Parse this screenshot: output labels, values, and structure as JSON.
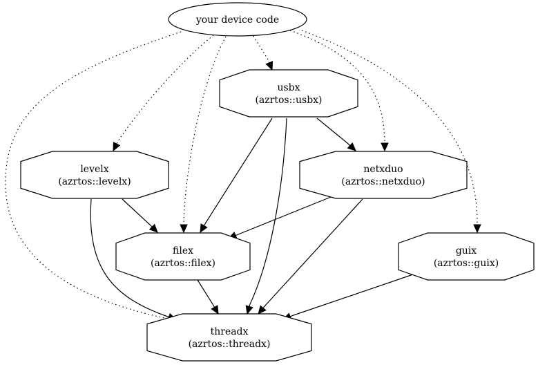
{
  "diagram": {
    "type": "dependency-graph",
    "nodes": [
      {
        "id": "device",
        "shape": "ellipse",
        "lines": [
          "your device code"
        ]
      },
      {
        "id": "usbx",
        "shape": "octagon",
        "lines": [
          "usbx",
          "(azrtos::usbx)"
        ]
      },
      {
        "id": "levelx",
        "shape": "octagon",
        "lines": [
          "levelx",
          "(azrtos::levelx)"
        ]
      },
      {
        "id": "netxduo",
        "shape": "octagon",
        "lines": [
          "netxduo",
          "(azrtos::netxduo)"
        ]
      },
      {
        "id": "filex",
        "shape": "octagon",
        "lines": [
          "filex",
          "(azrtos::filex)"
        ]
      },
      {
        "id": "guix",
        "shape": "octagon",
        "lines": [
          "guix",
          "(azrtos::guix)"
        ]
      },
      {
        "id": "threadx",
        "shape": "octagon",
        "lines": [
          "threadx",
          "(azrtos::threadx)"
        ]
      }
    ],
    "edges": [
      {
        "from": "device",
        "to": "usbx",
        "style": "dotted"
      },
      {
        "from": "device",
        "to": "levelx",
        "style": "dotted"
      },
      {
        "from": "device",
        "to": "filex",
        "style": "dotted"
      },
      {
        "from": "device",
        "to": "netxduo",
        "style": "dotted"
      },
      {
        "from": "device",
        "to": "guix",
        "style": "dotted"
      },
      {
        "from": "device",
        "to": "threadx",
        "style": "dotted"
      },
      {
        "from": "usbx",
        "to": "filex",
        "style": "solid"
      },
      {
        "from": "usbx",
        "to": "netxduo",
        "style": "solid"
      },
      {
        "from": "usbx",
        "to": "threadx",
        "style": "solid"
      },
      {
        "from": "levelx",
        "to": "filex",
        "style": "solid"
      },
      {
        "from": "levelx",
        "to": "threadx",
        "style": "solid"
      },
      {
        "from": "netxduo",
        "to": "filex",
        "style": "solid"
      },
      {
        "from": "netxduo",
        "to": "threadx",
        "style": "solid"
      },
      {
        "from": "filex",
        "to": "threadx",
        "style": "solid"
      },
      {
        "from": "guix",
        "to": "threadx",
        "style": "solid"
      }
    ]
  }
}
